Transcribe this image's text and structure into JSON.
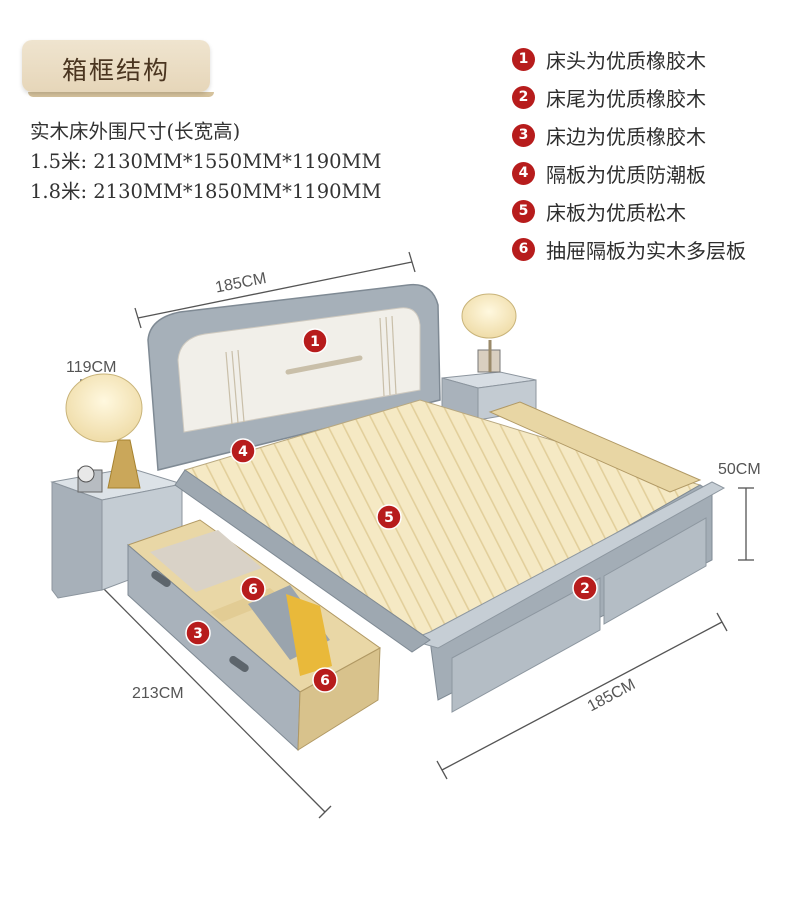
{
  "title": "箱框结构",
  "dimensions": {
    "heading": "实木床外围尺寸(长宽高)",
    "rows": [
      "1.5米:  2130MM*1550MM*1190MM",
      "1.8米:  2130MM*1850MM*1190MM"
    ]
  },
  "features": [
    {
      "num": "1",
      "text": "床头为优质橡胶木"
    },
    {
      "num": "2",
      "text": "床尾为优质橡胶木"
    },
    {
      "num": "3",
      "text": "床边为优质橡胶木"
    },
    {
      "num": "4",
      "text": "隔板为优质防潮板"
    },
    {
      "num": "5",
      "text": "床板为优质松木"
    },
    {
      "num": "6",
      "text": "抽屉隔板为实木多层板"
    }
  ],
  "measurements": {
    "top_width": "185CM",
    "height": "119CM",
    "drawer_height": "50CM",
    "length": "213CM",
    "bottom_width": "185CM"
  },
  "colors": {
    "badge_red": "#b71c1c",
    "frame_gray": "#9aa3ab",
    "slat_wood": "#f3e6bf",
    "title_bg": "#e6d6b9"
  }
}
